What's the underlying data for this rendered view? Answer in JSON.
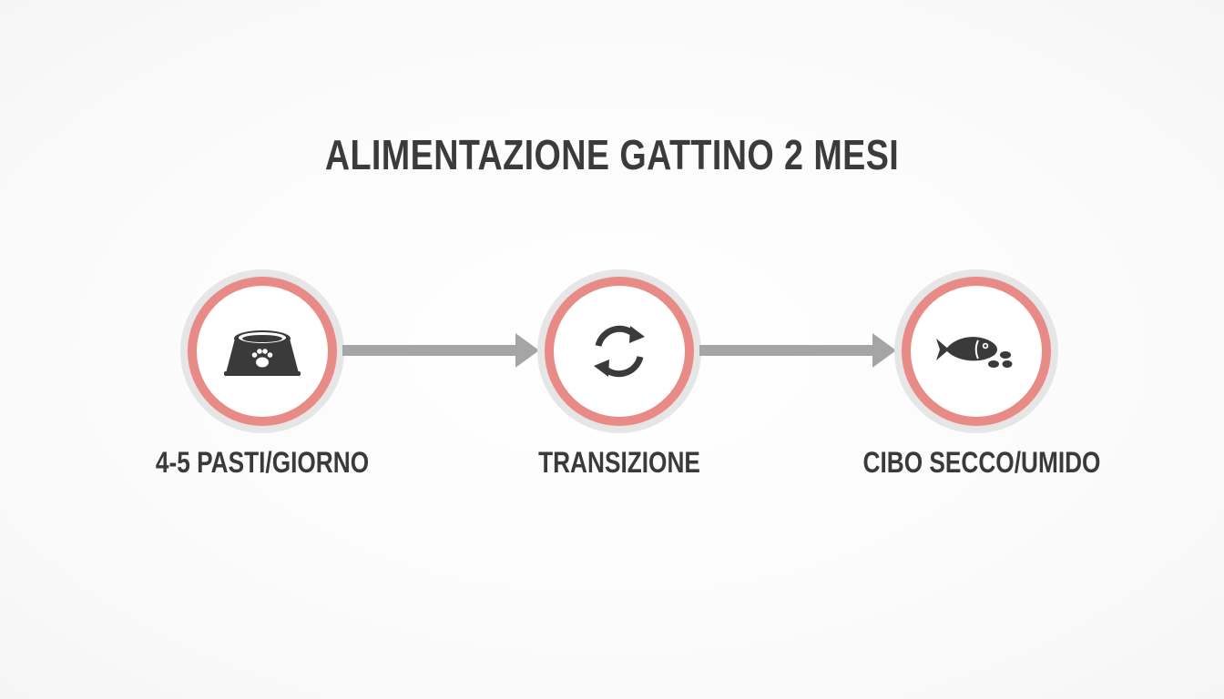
{
  "diagram": {
    "title": "ALIMENTAZIONE GATTINO 2 MESI",
    "colors": {
      "ring_accent": "#e88a85",
      "ring_outer": "#e6e6e6",
      "arrow": "#a3a5a7",
      "icon": "#3a3a3a",
      "text": "#3b3b3b"
    },
    "steps": [
      {
        "label": "4-5 PASTI/GIORNO",
        "icon": "pet-bowl-paw-icon"
      },
      {
        "label": "TRANSIZIONE",
        "icon": "refresh-cycle-icon"
      },
      {
        "label": "CIBO SECCO/UMIDO",
        "icon": "fish-kibble-icon"
      }
    ],
    "connectors": [
      {
        "from": 0,
        "to": 1,
        "icon": "arrow-right-icon"
      },
      {
        "from": 1,
        "to": 2,
        "icon": "arrow-right-icon"
      }
    ]
  }
}
